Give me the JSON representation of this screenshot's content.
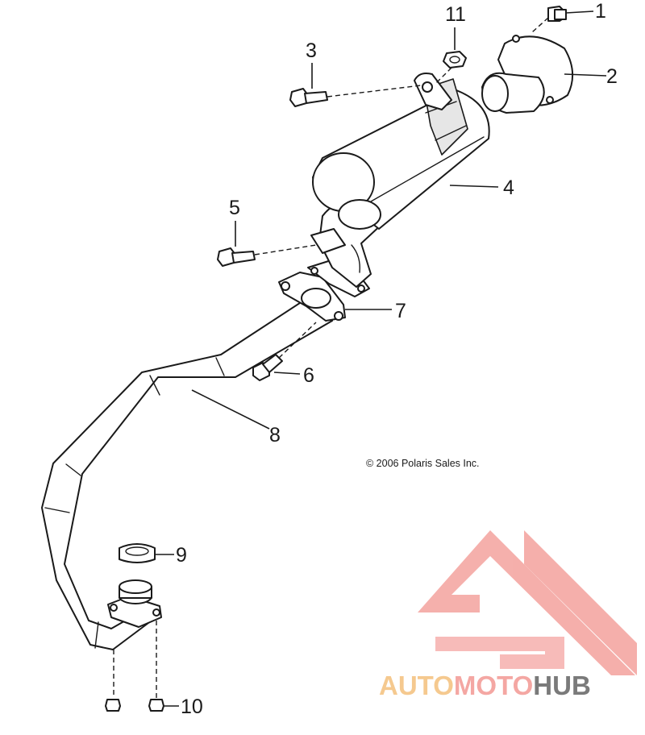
{
  "callouts": [
    {
      "id": "1",
      "label": "1"
    },
    {
      "id": "2",
      "label": "2"
    },
    {
      "id": "3",
      "label": "3"
    },
    {
      "id": "4",
      "label": "4"
    },
    {
      "id": "5",
      "label": "5"
    },
    {
      "id": "6",
      "label": "6"
    },
    {
      "id": "7",
      "label": "7"
    },
    {
      "id": "8",
      "label": "8"
    },
    {
      "id": "9",
      "label": "9"
    },
    {
      "id": "10",
      "label": "10"
    },
    {
      "id": "11",
      "label": "11"
    }
  ],
  "copyright": "© 2006 Polaris Sales Inc.",
  "watermark": {
    "word_part1": "AUTO",
    "word_part2": "MOTO",
    "word_part3": "HUB",
    "colors": {
      "light": "#f5c98f",
      "pink": "#f4a7a3",
      "dark": "#7a7a7a"
    }
  },
  "colors": {
    "line": "#1a1a1a",
    "background": "#ffffff",
    "shade": "#e6e6e6"
  }
}
